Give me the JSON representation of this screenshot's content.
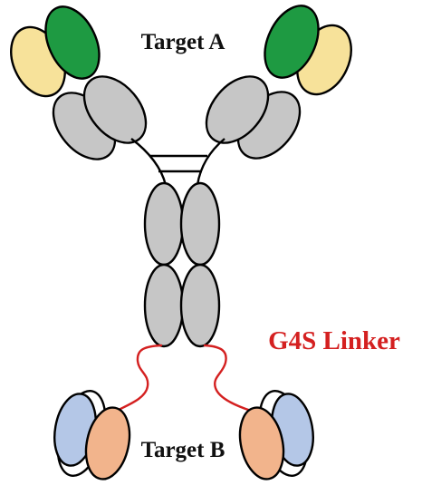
{
  "labels": {
    "target_a": "Target A",
    "target_b": "Target B",
    "linker": "G4S Linker"
  },
  "colors": {
    "heavy_variable": "#1e9a42",
    "light_variable": "#f7e29a",
    "constant": "#c6c6c6",
    "scfv_light": "#b4c7e7",
    "scfv_heavy": "#f2b48c",
    "linker": "#d42020",
    "outline": "#000000",
    "text": "#111111"
  }
}
